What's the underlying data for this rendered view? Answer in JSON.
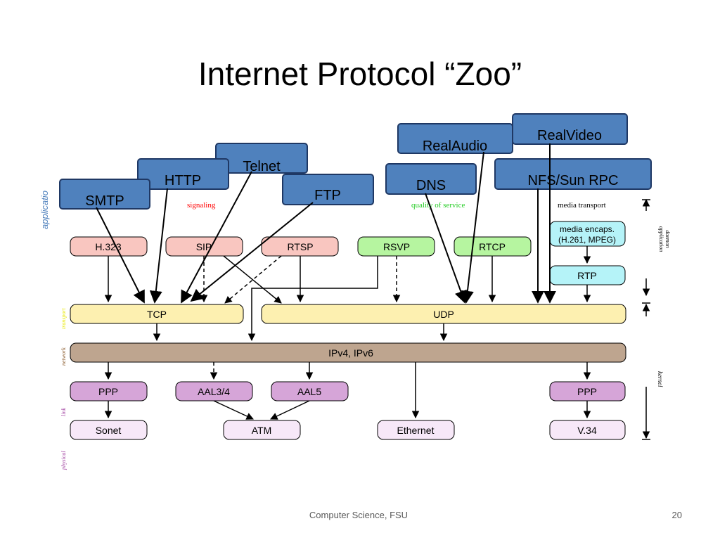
{
  "title": "Internet Protocol “Zoo”",
  "footer": {
    "left": "Computer Science, FSU",
    "page": "20"
  },
  "colors": {
    "app_box": "#4f81bd",
    "app_box_border": "#1f3864",
    "signaling": "#f9c6c0",
    "qos": "#b6f5a0",
    "media": "#b5f3f8",
    "transport": "#fdf0b0",
    "network": "#bea58f",
    "link": "#d6a5d8",
    "physical": "#f7e8f8"
  },
  "callouts": [
    "SMTP",
    "HTTP",
    "Telnet",
    "FTP",
    "DNS",
    "RealAudio",
    "RealVideo",
    "NFS/Sun RPC"
  ],
  "section_labels": {
    "application": "applicatio",
    "signaling": "signaling",
    "quality_of_service": "quality of service",
    "media_transport": "media transport",
    "transport": "transport",
    "network": "network",
    "link": "link",
    "physical": "physical",
    "application_daemon": "application daemon",
    "kernel": "kernel"
  },
  "protocols": {
    "h323": "H.323",
    "sip": "SIP",
    "rtsp": "RTSP",
    "rsvp": "RSVP",
    "rtcp": "RTCP",
    "media_encaps_1": "media encaps.",
    "media_encaps_2": "(H.261, MPEG)",
    "rtp": "RTP",
    "tcp": "TCP",
    "udp": "UDP",
    "ip": "IPv4, IPv6",
    "ppp_left": "PPP",
    "aal34": "AAL3/4",
    "aal5": "AAL5",
    "ppp_right": "PPP",
    "sonet": "Sonet",
    "atm": "ATM",
    "ethernet": "Ethernet",
    "v34": "V.34"
  }
}
